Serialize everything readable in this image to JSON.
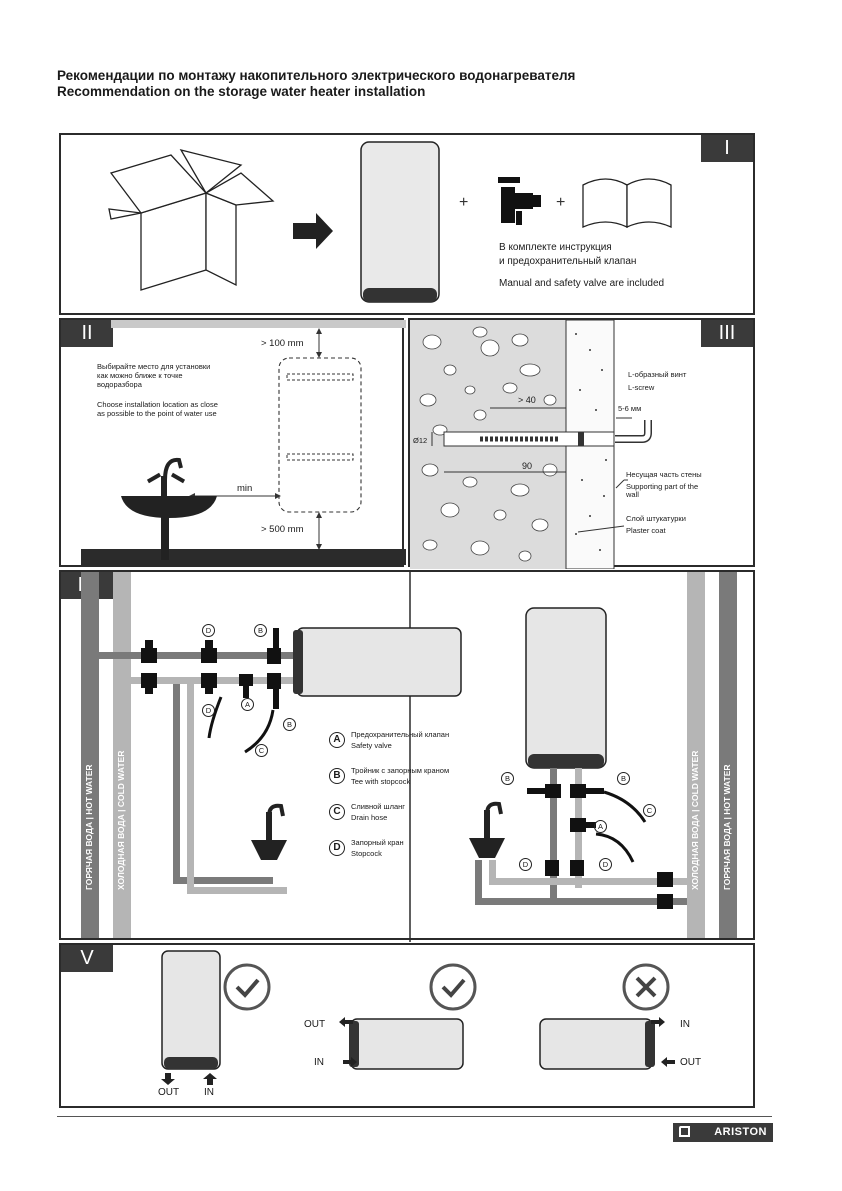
{
  "header": {
    "title_ru": "Рекомендации по монтажу накопительного электрического водонагревателя",
    "title_en": "Recommendation on the storage water heater installation"
  },
  "panel1": {
    "tag": "I",
    "plus": "+",
    "included_ru_1": "В комплекте инструкция",
    "included_ru_2": "и предохранительный клапан",
    "included_en": "Manual and safety valve are included"
  },
  "panel2": {
    "tag": "II",
    "dim_top": "> 100 mm",
    "dim_bottom": "> 500 mm",
    "dim_min": "min",
    "choose_ru_1": "Выбирайте место для установки",
    "choose_ru_2": "как можно ближе к точке",
    "choose_ru_3": "водоразбора",
    "choose_en_1": "Choose installation location as close",
    "choose_en_2": "as possible to the point of water use"
  },
  "panel3": {
    "tag": "III",
    "screw_ru": "L-образный винт",
    "screw_en": "L-screw",
    "dim_gap": "5-6 мм",
    "dim_40": "> 40",
    "dim_12": "Ø12",
    "dim_90": "90",
    "support_ru": "Несущая часть стены",
    "support_en_1": "Supporting part of the",
    "support_en_2": "wall",
    "plaster_ru": "Слой штукатурки",
    "plaster_en": "Plaster coat"
  },
  "panel4": {
    "tag": "IV",
    "hot_water": "ГОРЯЧАЯ ВОДА | HOT WATER",
    "cold_water": "ХОЛОДНАЯ ВОДА | COLD WATER",
    "legend": [
      {
        "letter": "A",
        "ru": "Предохранительный клапан",
        "en": "Safety valve"
      },
      {
        "letter": "B",
        "ru": "Тройник с запорным краном",
        "en": "Tee with stopcock"
      },
      {
        "letter": "C",
        "ru": "Сливной шланг",
        "en": "Drain hose"
      },
      {
        "letter": "D",
        "ru": "Запорный кран",
        "en": "Stopcock"
      }
    ],
    "label_a": "A",
    "label_b": "B",
    "label_c": "C",
    "label_d": "D"
  },
  "panel5": {
    "tag": "V",
    "out": "OUT",
    "in": "IN"
  },
  "footer": {
    "brand": "ARISTON"
  }
}
